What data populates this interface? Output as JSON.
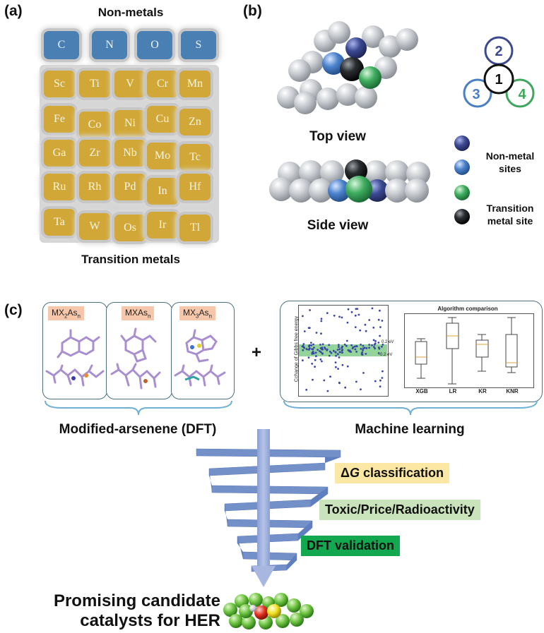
{
  "panel_a": {
    "letter": "(a)",
    "non_metals_label": "Non-metals",
    "non_metals": [
      "C",
      "N",
      "O",
      "S"
    ],
    "transition_metals_label": "Transition metals",
    "transition_metals": [
      [
        "Sc",
        "Ti",
        "V",
        "Cr",
        "Mn"
      ],
      [
        "Fe",
        "Co",
        "Ni",
        "Cu",
        "Zn"
      ],
      [
        "Ga",
        "Zr",
        "Nb",
        "Mo",
        "Tc"
      ],
      [
        "Ru",
        "Rh",
        "Pd",
        "In",
        "Hf"
      ],
      [
        "Ta",
        "W",
        "Os",
        "Ir",
        "Tl"
      ]
    ],
    "colors": {
      "non_metal_tile": "#4a7fb4",
      "transition_tile": "#d1a838"
    }
  },
  "panel_b": {
    "letter": "(b)",
    "top_view_label": "Top view",
    "side_view_label": "Side view",
    "site_numbers": [
      "2",
      "1",
      "3",
      "4"
    ],
    "legend": {
      "non_metal_sites": "Non-metal sites",
      "transition_metal_site": "Transition metal site"
    },
    "colors": {
      "site_2": "#3b4a8c",
      "site_3": "#4a7fc4",
      "site_4": "#3fa65e",
      "site_1": "#111111",
      "atom": "#b8bcc2"
    }
  },
  "panel_c": {
    "letter": "(c)",
    "structures": [
      {
        "prefix": "MX",
        "sub1": "2",
        "mid": "As",
        "sub2": "n"
      },
      {
        "prefix": "MXAs",
        "sub1": "",
        "mid": "",
        "sub2": "n"
      },
      {
        "prefix": "MX",
        "sub1": "3",
        "mid": "As",
        "sub2": "n"
      }
    ],
    "plus": "+",
    "dft_label": "Modified-arsenene (DFT)",
    "ml_label": "Machine learning",
    "scatter": {
      "ylabel": "Cchange of Gibbs free energy",
      "upper_band": "0.2 eV",
      "lower_band": "-0.2 eV"
    },
    "box_chart": {
      "title": "Algorithm comparison",
      "categories": [
        "XGB",
        "LR",
        "KR",
        "KNR"
      ]
    },
    "funnel_steps": [
      {
        "delta": "Δ",
        "g": "G",
        "rest": " classification",
        "color": "#fde7a4"
      },
      {
        "text": "Toxic/Price/Radioactivity",
        "color": "#c9e3bb"
      },
      {
        "text": "DFT validation",
        "color": "#12a84f"
      }
    ],
    "result_line1": "Promising candidate",
    "result_line2": "catalysts for HER",
    "colors": {
      "funnel": "#7390c9",
      "arrow": "#97a9d6",
      "band": "#93d49a",
      "points": "#3a46a8"
    }
  }
}
